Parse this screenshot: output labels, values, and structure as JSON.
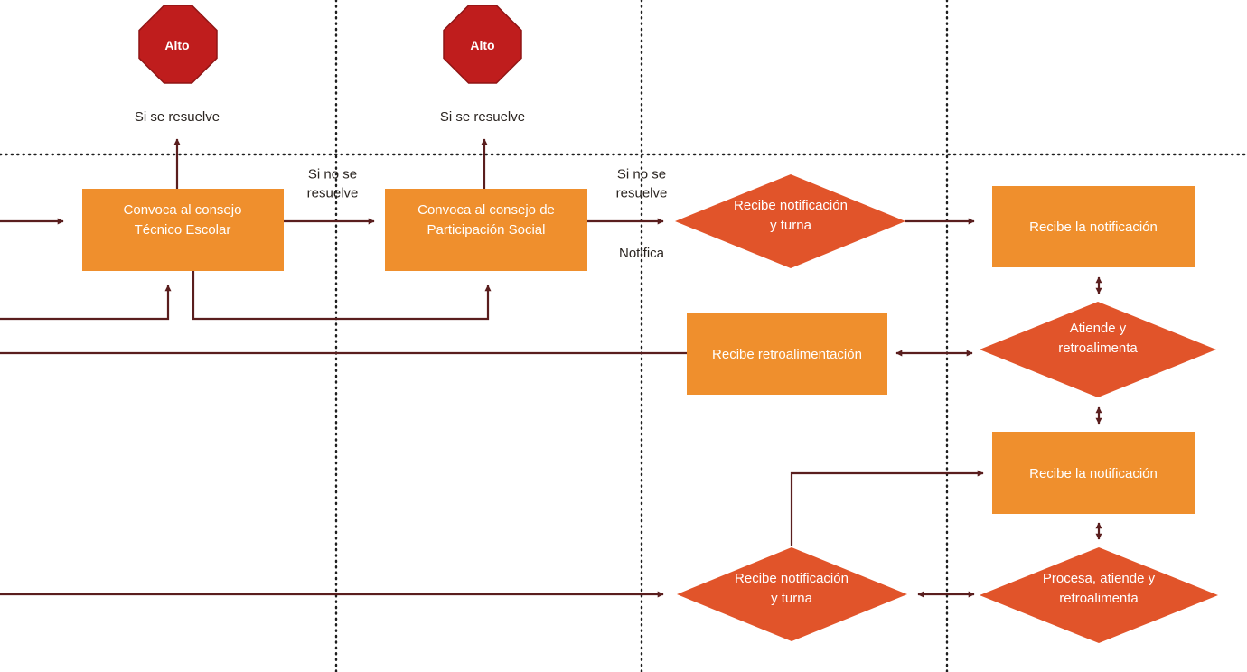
{
  "stop_signs": {
    "stop1": "Alto",
    "stop2": "Alto"
  },
  "labels": {
    "resolved1": "Si se resuelve",
    "resolved2": "Si se resuelve",
    "not_resolved1": [
      "Si no se",
      "resuelve"
    ],
    "not_resolved2": [
      "Si no se",
      "resuelve"
    ],
    "notifica": "Notifica"
  },
  "nodes": {
    "convoca_tecnico": [
      "Convoca al consejo",
      "Técnico Escolar"
    ],
    "convoca_participacion": [
      "Convoca al consejo de",
      "Participación Social"
    ],
    "recibe_turna_top": [
      "Recibe notificación",
      "y turna"
    ],
    "recibe_notif_1": [
      "Recibe la notificación"
    ],
    "recibe_retro": [
      "Recibe retroalimentación"
    ],
    "atiende_retro": [
      "Atiende y",
      "retroalimenta"
    ],
    "recibe_notif_2": [
      "Recibe la notificación"
    ],
    "recibe_turna_bottom": [
      "Recibe notificación",
      "y turna"
    ],
    "procesa_retro": [
      "Procesa, atiende y",
      "retroalimenta"
    ]
  },
  "colors": {
    "process_box": "#ef8f2d",
    "decision": "#e1542a",
    "stop": "#bf1d1d",
    "connector": "#5a1e1e",
    "grid": "#1e1e1e"
  }
}
